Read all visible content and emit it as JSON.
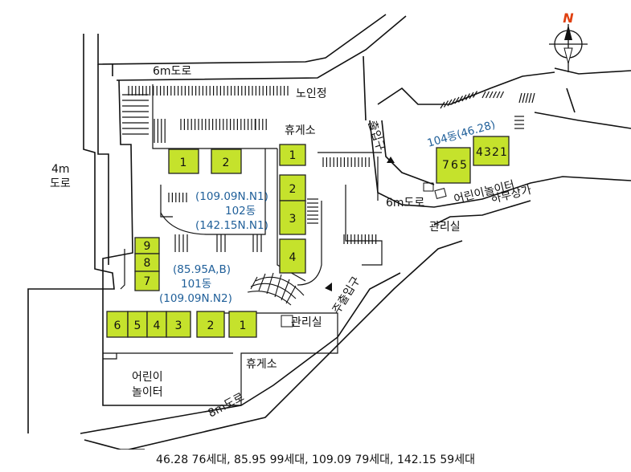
{
  "compass": {
    "north_label": "N",
    "icon": "compass-rose-icon"
  },
  "roads": {
    "top": "6m도로",
    "left_line1": "4m",
    "left_line2": "도로",
    "bottom": "8m도로",
    "right": "6m도로"
  },
  "entrances": {
    "main": "주출입구",
    "secondary": "출입구"
  },
  "facilities": {
    "senior_pavilion": "노인정",
    "rest_area_top": "휴게소",
    "rest_area_bottom": "휴게소",
    "mgmt_office_center": "관리실",
    "mgmt_office_right": "관리실",
    "playground_left_line1": "어린이",
    "playground_left_line2": "놀이터",
    "playground_right": "어린이놀이터",
    "shops": "하부상가"
  },
  "colors": {
    "building_fill": "#c5e22c",
    "label_blue": "#1f5f99"
  },
  "building_102": {
    "type_line1": "(109.09N.N1)",
    "name": "102동",
    "type_line2": "(142.15N.N1)",
    "blocks_left": [
      "1",
      "2"
    ],
    "blocks_right": [
      "1",
      "2",
      "3",
      "4"
    ]
  },
  "building_101": {
    "type_line1": "(85.95A,B)",
    "name": "101동",
    "type_line2": "(109.09N.N2)",
    "blocks_stack": [
      "9",
      "8",
      "7"
    ],
    "blocks_row": [
      "6",
      "5",
      "4",
      "3",
      "2",
      "1"
    ]
  },
  "building_104": {
    "label": "104동(46.28)",
    "blocks_left": [
      "7",
      "6",
      "5"
    ],
    "blocks_right": [
      "4",
      "3",
      "2",
      "1"
    ]
  },
  "footer": "46.28 76세대, 85.95 99세대, 109.09 79세대, 142.15 59세대"
}
